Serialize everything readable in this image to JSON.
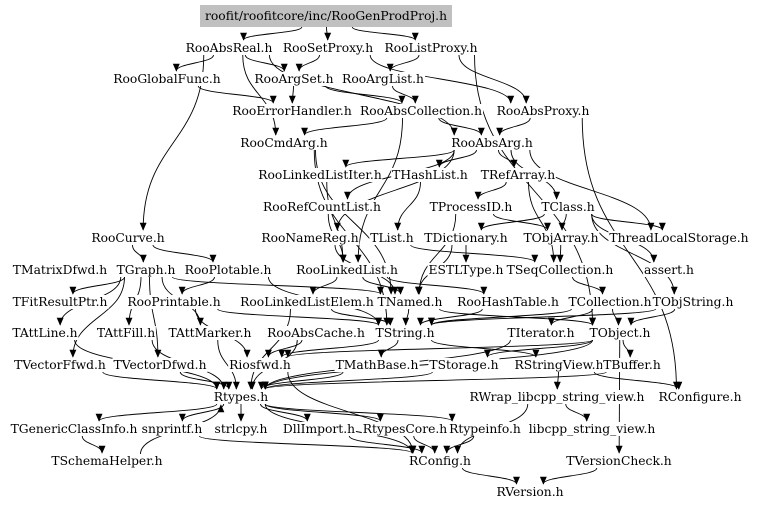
{
  "diagram": {
    "root": "roofit/roofitcore/inc/RooGenProdProj.h",
    "colors": {
      "root_fill": "#c0c0c0",
      "edge": "#000000",
      "background": "#ffffff"
    },
    "nodes": [
      {
        "id": "root",
        "label": "roofit/roofitcore/inc/RooGenProdProj.h"
      },
      {
        "id": "RooAbsReal",
        "label": "RooAbsReal.h"
      },
      {
        "id": "RooSetProxy",
        "label": "RooSetProxy.h"
      },
      {
        "id": "RooListProxy",
        "label": "RooListProxy.h"
      },
      {
        "id": "RooGlobalFunc",
        "label": "RooGlobalFunc.h"
      },
      {
        "id": "RooArgSet",
        "label": "RooArgSet.h"
      },
      {
        "id": "RooArgList",
        "label": "RooArgList.h"
      },
      {
        "id": "RooErrorHandler",
        "label": "RooErrorHandler.h"
      },
      {
        "id": "RooAbsCollection",
        "label": "RooAbsCollection.h"
      },
      {
        "id": "RooAbsProxy",
        "label": "RooAbsProxy.h"
      },
      {
        "id": "RooCmdArg",
        "label": "RooCmdArg.h"
      },
      {
        "id": "RooAbsArg",
        "label": "RooAbsArg.h"
      },
      {
        "id": "RooLinkedListIter",
        "label": "RooLinkedListIter.h"
      },
      {
        "id": "THashList",
        "label": "THashList.h"
      },
      {
        "id": "TRefArray",
        "label": "TRefArray.h"
      },
      {
        "id": "RooRefCountList",
        "label": "RooRefCountList.h"
      },
      {
        "id": "TProcessID",
        "label": "TProcessID.h"
      },
      {
        "id": "TClass",
        "label": "TClass.h"
      },
      {
        "id": "RooCurve",
        "label": "RooCurve.h"
      },
      {
        "id": "RooNameReg",
        "label": "RooNameReg.h"
      },
      {
        "id": "TList",
        "label": "TList.h"
      },
      {
        "id": "TDictionary",
        "label": "TDictionary.h"
      },
      {
        "id": "TObjArray",
        "label": "TObjArray.h"
      },
      {
        "id": "ThreadLocalStorage",
        "label": "ThreadLocalStorage.h"
      },
      {
        "id": "TMatrixDfwd",
        "label": "TMatrixDfwd.h"
      },
      {
        "id": "TGraph",
        "label": "TGraph.h"
      },
      {
        "id": "RooPlotable",
        "label": "RooPlotable.h"
      },
      {
        "id": "RooLinkedList",
        "label": "RooLinkedList.h"
      },
      {
        "id": "ESTLType",
        "label": "ESTLType.h"
      },
      {
        "id": "TSeqCollection",
        "label": "TSeqCollection.h"
      },
      {
        "id": "assert",
        "label": "assert.h"
      },
      {
        "id": "TFitResultPtr",
        "label": "TFitResultPtr.h"
      },
      {
        "id": "RooPrintable",
        "label": "RooPrintable.h"
      },
      {
        "id": "RooLinkedListElem",
        "label": "RooLinkedListElem.h"
      },
      {
        "id": "TNamed",
        "label": "TNamed.h"
      },
      {
        "id": "RooHashTable",
        "label": "RooHashTable.h"
      },
      {
        "id": "TCollection",
        "label": "TCollection.h"
      },
      {
        "id": "TObjString",
        "label": "TObjString.h"
      },
      {
        "id": "TAttLine",
        "label": "TAttLine.h"
      },
      {
        "id": "TAttFill",
        "label": "TAttFill.h"
      },
      {
        "id": "TAttMarker",
        "label": "TAttMarker.h"
      },
      {
        "id": "RooAbsCache",
        "label": "RooAbsCache.h"
      },
      {
        "id": "TString",
        "label": "TString.h"
      },
      {
        "id": "TIterator",
        "label": "TIterator.h"
      },
      {
        "id": "TObject",
        "label": "TObject.h"
      },
      {
        "id": "TVectorFfwd",
        "label": "TVectorFfwd.h"
      },
      {
        "id": "TVectorDfwd",
        "label": "TVectorDfwd.h"
      },
      {
        "id": "Riosfwd",
        "label": "Riosfwd.h"
      },
      {
        "id": "TMathBase",
        "label": "TMathBase.h"
      },
      {
        "id": "TStorage",
        "label": "TStorage.h"
      },
      {
        "id": "RStringView",
        "label": "RStringView.h"
      },
      {
        "id": "TBuffer",
        "label": "TBuffer.h"
      },
      {
        "id": "Rtypes",
        "label": "Rtypes.h"
      },
      {
        "id": "RWrap",
        "label": "RWrap_libcpp_string_view.h"
      },
      {
        "id": "RConfigure",
        "label": "RConfigure.h"
      },
      {
        "id": "TGenericClassInfo",
        "label": "TGenericClassInfo.h"
      },
      {
        "id": "snprintf",
        "label": "snprintf.h"
      },
      {
        "id": "strlcpy",
        "label": "strlcpy.h"
      },
      {
        "id": "DllImport",
        "label": "DllImport.h"
      },
      {
        "id": "RtypesCore",
        "label": "RtypesCore.h"
      },
      {
        "id": "Rtypeinfo",
        "label": "Rtypeinfo.h"
      },
      {
        "id": "libcpp",
        "label": "libcpp_string_view.h"
      },
      {
        "id": "TSchemaHelper",
        "label": "TSchemaHelper.h"
      },
      {
        "id": "RConfig",
        "label": "RConfig.h"
      },
      {
        "id": "TVersionCheck",
        "label": "TVersionCheck.h"
      },
      {
        "id": "RVersion",
        "label": "RVersion.h"
      }
    ],
    "edges": [
      [
        "root",
        "RooAbsReal"
      ],
      [
        "root",
        "RooSetProxy"
      ],
      [
        "root",
        "RooListProxy"
      ],
      [
        "RooAbsReal",
        "RooGlobalFunc"
      ],
      [
        "RooAbsReal",
        "RooArgSet"
      ],
      [
        "RooAbsReal",
        "RooAbsArg"
      ],
      [
        "RooAbsReal",
        "RooCurve"
      ],
      [
        "RooAbsReal",
        "RooCmdArg"
      ],
      [
        "RooSetProxy",
        "RooArgSet"
      ],
      [
        "RooSetProxy",
        "RooAbsProxy"
      ],
      [
        "RooListProxy",
        "RooArgList"
      ],
      [
        "RooListProxy",
        "RooAbsProxy"
      ],
      [
        "RooListProxy",
        "TObject"
      ],
      [
        "RooGlobalFunc",
        "RooErrorHandler"
      ],
      [
        "RooArgSet",
        "RooErrorHandler"
      ],
      [
        "RooArgSet",
        "RooAbsCollection"
      ],
      [
        "RooArgList",
        "RooAbsCollection"
      ],
      [
        "RooAbsCollection",
        "RooCmdArg"
      ],
      [
        "RooAbsCollection",
        "RooAbsArg"
      ],
      [
        "RooAbsCollection",
        "RooLinkedList"
      ],
      [
        "RooAbsProxy",
        "RooAbsArg"
      ],
      [
        "RooAbsProxy",
        "RConfigure"
      ],
      [
        "RooCmdArg",
        "TNamed"
      ],
      [
        "RooCmdArg",
        "TString"
      ],
      [
        "RooAbsArg",
        "RooLinkedListIter"
      ],
      [
        "RooAbsArg",
        "THashList"
      ],
      [
        "RooAbsArg",
        "TRefArray"
      ],
      [
        "RooAbsArg",
        "RooRefCountList"
      ],
      [
        "RooAbsArg",
        "RooNameReg"
      ],
      [
        "RooAbsArg",
        "TClass"
      ],
      [
        "RooAbsArg",
        "ThreadLocalStorage"
      ],
      [
        "RooLinkedListIter",
        "RooLinkedList"
      ],
      [
        "THashList",
        "TList"
      ],
      [
        "TRefArray",
        "TProcessID"
      ],
      [
        "TRefArray",
        "TSeqCollection"
      ],
      [
        "TProcessID",
        "TObjArray"
      ],
      [
        "TProcessID",
        "TNamed"
      ],
      [
        "TClass",
        "TDictionary"
      ],
      [
        "TClass",
        "TObjArray"
      ],
      [
        "TClass",
        "ThreadLocalStorage"
      ],
      [
        "TClass",
        "assert"
      ],
      [
        "TClass",
        "TObjString"
      ],
      [
        "RooRefCountList",
        "RooLinkedList"
      ],
      [
        "RooNameReg",
        "TNamed"
      ],
      [
        "TList",
        "TSeqCollection"
      ],
      [
        "TDictionary",
        "ESTLType"
      ],
      [
        "TDictionary",
        "TNamed"
      ],
      [
        "TObjArray",
        "TSeqCollection"
      ],
      [
        "RooCurve",
        "TGraph"
      ],
      [
        "RooCurve",
        "RooPlotable"
      ],
      [
        "TGraph",
        "TAttLine"
      ],
      [
        "TGraph",
        "TAttFill"
      ],
      [
        "TGraph",
        "TAttMarker"
      ],
      [
        "TGraph",
        "TVectorFfwd"
      ],
      [
        "TGraph",
        "TVectorDfwd"
      ],
      [
        "TGraph",
        "TFitResultPtr"
      ],
      [
        "TGraph",
        "TNamed"
      ],
      [
        "RooPlotable",
        "RooPrintable"
      ],
      [
        "RooPlotable",
        "TString"
      ],
      [
        "RooLinkedList",
        "RooLinkedListElem"
      ],
      [
        "RooLinkedList",
        "RooHashTable"
      ],
      [
        "RooLinkedList",
        "TNamed"
      ],
      [
        "TSeqCollection",
        "TCollection"
      ],
      [
        "TCollection",
        "TIterator"
      ],
      [
        "TCollection",
        "TString"
      ],
      [
        "TCollection",
        "TObject"
      ],
      [
        "TObjString",
        "TObject"
      ],
      [
        "TObjString",
        "TString"
      ],
      [
        "RooPrintable",
        "Riosfwd"
      ],
      [
        "RooPrintable",
        "TString"
      ],
      [
        "RooLinkedListElem",
        "Rtypes"
      ],
      [
        "RooLinkedListElem",
        "TString"
      ],
      [
        "TNamed",
        "TString"
      ],
      [
        "TNamed",
        "TObject"
      ],
      [
        "RooHashTable",
        "TString"
      ],
      [
        "TAttLine",
        "Rtypes"
      ],
      [
        "TAttFill",
        "Rtypes"
      ],
      [
        "TAttMarker",
        "Rtypes"
      ],
      [
        "RooAbsCache",
        "Rtypes"
      ],
      [
        "RooAbsCache",
        "Riosfwd"
      ],
      [
        "TString",
        "Riosfwd"
      ],
      [
        "TString",
        "TMathBase"
      ],
      [
        "TString",
        "RStringView"
      ],
      [
        "TIterator",
        "Rtypes"
      ],
      [
        "TObject",
        "TStorage"
      ],
      [
        "TObject",
        "TBuffer"
      ],
      [
        "TObject",
        "Riosfwd"
      ],
      [
        "TObject",
        "Rtypes"
      ],
      [
        "TObject",
        "TVersionCheck"
      ],
      [
        "TVectorFfwd",
        "Rtypes"
      ],
      [
        "TVectorDfwd",
        "Rtypes"
      ],
      [
        "Riosfwd",
        "RConfig"
      ],
      [
        "TMathBase",
        "Rtypes"
      ],
      [
        "TStorage",
        "Rtypes"
      ],
      [
        "RStringView",
        "RWrap"
      ],
      [
        "RStringView",
        "RConfigure"
      ],
      [
        "TBuffer",
        "Rtypes"
      ],
      [
        "Rtypes",
        "TGenericClassInfo"
      ],
      [
        "Rtypes",
        "snprintf"
      ],
      [
        "Rtypes",
        "strlcpy"
      ],
      [
        "Rtypes",
        "DllImport"
      ],
      [
        "Rtypes",
        "RtypesCore"
      ],
      [
        "Rtypes",
        "Rtypeinfo"
      ],
      [
        "Rtypes",
        "RConfig"
      ],
      [
        "RWrap",
        "libcpp"
      ],
      [
        "RWrap",
        "RConfig"
      ],
      [
        "TGenericClassInfo",
        "TSchemaHelper"
      ],
      [
        "snprintf",
        "RConfig"
      ],
      [
        "DllImport",
        "RConfig"
      ],
      [
        "RtypesCore",
        "RConfig"
      ],
      [
        "Rtypeinfo",
        "RConfig"
      ],
      [
        "TSchemaHelper",
        "Rtypes"
      ],
      [
        "TVersionCheck",
        "RVersion"
      ],
      [
        "RConfig",
        "RVersion"
      ]
    ]
  }
}
